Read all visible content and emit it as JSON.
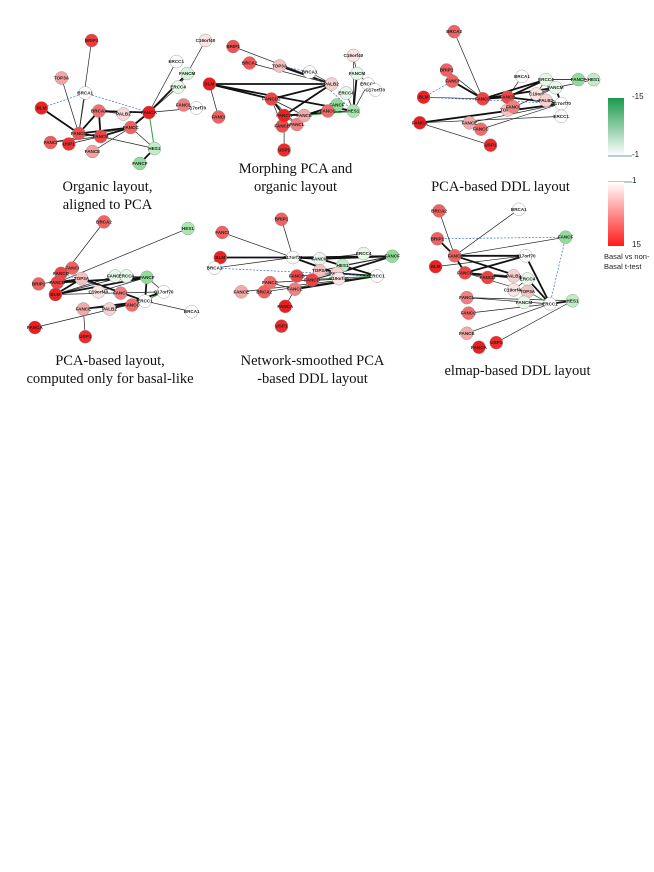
{
  "panels": [
    {
      "caption_lines": [
        "Organic layout,",
        "aligned to PCA"
      ],
      "nodes": [
        {
          "label": "BRIP1",
          "color": "#f23a3a"
        },
        {
          "label": "TOP3A",
          "color": "#f4a3a3"
        },
        {
          "label": "BLM",
          "color": "#ee2020"
        },
        {
          "label": "BRCA1",
          "color": "#ffffff"
        },
        {
          "label": "FANCD",
          "color": "#f25050"
        },
        {
          "label": "BRCA2",
          "color": "#f07070"
        },
        {
          "label": "PALB2",
          "color": "#f8d8d8"
        },
        {
          "label": "FANCB",
          "color": "#f04545"
        },
        {
          "label": "USP1",
          "color": "#ee3030"
        },
        {
          "label": "FANCI",
          "color": "#f05a5a"
        },
        {
          "label": "FANCC",
          "color": "#f26060"
        },
        {
          "label": "FANCE",
          "color": "#f4a0a0"
        },
        {
          "label": "HES1",
          "color": "#bfeec3"
        },
        {
          "label": "FANCF",
          "color": "#8fde98"
        },
        {
          "label": "FANCA",
          "color": "#ee1c1c"
        },
        {
          "label": "ERCC4",
          "color": "#e6f8e8"
        },
        {
          "label": "FANCM",
          "color": "#d8f3da"
        },
        {
          "label": "ERCC1",
          "color": "#ffffff"
        },
        {
          "label": "C17orf70",
          "color": "#ffffff"
        },
        {
          "label": "C19orf40",
          "color": "#fbe3e3"
        },
        {
          "label": "FANCL",
          "color": "#f28080"
        }
      ]
    },
    {
      "caption_lines": [
        "Morphing PCA and",
        "organic layout"
      ],
      "nodes": [
        {
          "label": "BRIP1",
          "color": "#f05050"
        },
        {
          "label": "BRCA2",
          "color": "#f25858"
        },
        {
          "label": "TOP3A",
          "color": "#f7c0c0"
        },
        {
          "label": "BRCA1",
          "color": "#ffffff"
        },
        {
          "label": "PALB2",
          "color": "#f7d0d0"
        },
        {
          "label": "BLM",
          "color": "#ee1c1c"
        },
        {
          "label": "FANCI",
          "color": "#f26060"
        },
        {
          "label": "FANCD2",
          "color": "#f04545"
        },
        {
          "label": "FANCB",
          "color": "#f24a4a"
        },
        {
          "label": "FANCL",
          "color": "#f08080"
        },
        {
          "label": "FANCA",
          "color": "#ee2020"
        },
        {
          "label": "USP1",
          "color": "#ee2a2a"
        },
        {
          "label": "FANCE",
          "color": "#f4a8a8"
        },
        {
          "label": "FANCF",
          "color": "#8fde98"
        },
        {
          "label": "HES1",
          "color": "#a8e8ae"
        },
        {
          "label": "C19orf40",
          "color": "#fbe3e3"
        },
        {
          "label": "FANCM",
          "color": "#e6f8e8"
        },
        {
          "label": "ERCC4",
          "color": "#e6f8e8"
        },
        {
          "label": "ERCC1",
          "color": "#ffffff"
        },
        {
          "label": "C17orf70",
          "color": "#ffffff"
        },
        {
          "label": "FANCC",
          "color": "#f06a6a"
        }
      ]
    },
    {
      "caption_lines": [
        "PCA-based DDL layout"
      ],
      "nodes": [
        {
          "label": "BRCA2",
          "color": "#f26060"
        },
        {
          "label": "BRIP1",
          "color": "#f26060"
        },
        {
          "label": "FANCI",
          "color": "#f26060"
        },
        {
          "label": "BLM",
          "color": "#ee2020"
        },
        {
          "label": "FANCD",
          "color": "#f04040"
        },
        {
          "label": "FANCB",
          "color": "#f04545"
        },
        {
          "label": "BRCA1",
          "color": "#ffffff"
        },
        {
          "label": "ERCC4",
          "color": "#e6f8e8"
        },
        {
          "label": "FANCF",
          "color": "#8fde98"
        },
        {
          "label": "HES1",
          "color": "#bfeec3"
        },
        {
          "label": "FANCM",
          "color": "#e6f8e8"
        },
        {
          "label": "TOP3A",
          "color": "#f7c0c0"
        },
        {
          "label": "C19orf",
          "color": "#fbe3e3"
        },
        {
          "label": "PALB2",
          "color": "#f7d0d0"
        },
        {
          "label": "C17orf70",
          "color": "#ffffff"
        },
        {
          "label": "ERCC1",
          "color": "#ffffff"
        },
        {
          "label": "FANCA",
          "color": "#ee1c1c"
        },
        {
          "label": "FANCE",
          "color": "#f4a8a8"
        },
        {
          "label": "FANCC",
          "color": "#f26a6a"
        },
        {
          "label": "USP1",
          "color": "#ee2a2a"
        },
        {
          "label": "FANCL",
          "color": "#f08080"
        }
      ]
    },
    {
      "caption_lines": [
        "PCA-based layout,",
        "computed only for basal-like"
      ],
      "nodes": [
        {
          "label": "BRCA2",
          "color": "#f26060"
        },
        {
          "label": "HES1",
          "color": "#a8e8ae"
        },
        {
          "label": "FANCI",
          "color": "#f26060"
        },
        {
          "label": "FANCD",
          "color": "#f04040"
        },
        {
          "label": "FANCB",
          "color": "#f04545"
        },
        {
          "label": "TOP3A",
          "color": "#f7c0c0"
        },
        {
          "label": "BRIP1",
          "color": "#f26060"
        },
        {
          "label": "BLM",
          "color": "#ee2020"
        },
        {
          "label": "FANCM",
          "color": "#e6f8e8"
        },
        {
          "label": "ERCC4",
          "color": "#e6f8e8"
        },
        {
          "label": "FANCF",
          "color": "#8fde98"
        },
        {
          "label": "C19orf40",
          "color": "#fbe3e3"
        },
        {
          "label": "C17orf70",
          "color": "#ffffff"
        },
        {
          "label": "PALB2",
          "color": "#f7d0d0"
        },
        {
          "label": "ERCC1",
          "color": "#ffffff"
        },
        {
          "label": "FANCC",
          "color": "#f26a6a"
        },
        {
          "label": "FANCE",
          "color": "#f4a8a8"
        },
        {
          "label": "BRCA1",
          "color": "#ffffff"
        },
        {
          "label": "FANCA",
          "color": "#ee1c1c"
        },
        {
          "label": "USP1",
          "color": "#ee2a2a"
        },
        {
          "label": "FANCL",
          "color": "#f08080"
        }
      ]
    },
    {
      "caption_lines": [
        "Network-smoothed PCA",
        "-based DDL layout"
      ],
      "nodes": [
        {
          "label": "FANCI",
          "color": "#f26060"
        },
        {
          "label": "BRIP1",
          "color": "#f26060"
        },
        {
          "label": "BLM",
          "color": "#ee2020"
        },
        {
          "label": "BRCA1",
          "color": "#ffffff"
        },
        {
          "label": "C17orf70",
          "color": "#ffffff"
        },
        {
          "label": "FANCM",
          "color": "#e6f8e8"
        },
        {
          "label": "ERCC4",
          "color": "#e6f8e8"
        },
        {
          "label": "FANCF",
          "color": "#8fde98"
        },
        {
          "label": "HES1",
          "color": "#bfeec3"
        },
        {
          "label": "TOP3A",
          "color": "#f7c0c0"
        },
        {
          "label": "PALB2",
          "color": "#f7d0d0"
        },
        {
          "label": "FANCB",
          "color": "#f04545"
        },
        {
          "label": "FANCD",
          "color": "#f04040"
        },
        {
          "label": "C19orf40",
          "color": "#fbe3e3"
        },
        {
          "label": "ERCC1",
          "color": "#ffffff"
        },
        {
          "label": "FANCC",
          "color": "#f26a6a"
        },
        {
          "label": "FANCL",
          "color": "#f08080"
        },
        {
          "label": "BRCA2",
          "color": "#f26060"
        },
        {
          "label": "FANCE",
          "color": "#f4a8a8"
        },
        {
          "label": "FANCA",
          "color": "#ee1c1c"
        },
        {
          "label": "USP1",
          "color": "#ee2a2a"
        }
      ]
    },
    {
      "caption_lines": [
        "elmap-based DDL layout"
      ],
      "nodes": [
        {
          "label": "BRCA2",
          "color": "#f26060"
        },
        {
          "label": "BRCA1",
          "color": "#ffffff"
        },
        {
          "label": "BRIP1",
          "color": "#f26060"
        },
        {
          "label": "FANCF",
          "color": "#8fde98"
        },
        {
          "label": "FANCI",
          "color": "#f26060"
        },
        {
          "label": "C17orf70",
          "color": "#ffffff"
        },
        {
          "label": "BLM",
          "color": "#ee2020"
        },
        {
          "label": "FANCB",
          "color": "#f04545"
        },
        {
          "label": "FANCD",
          "color": "#f04040"
        },
        {
          "label": "PALB2",
          "color": "#f7d0d0"
        },
        {
          "label": "ERCC4",
          "color": "#e6f8e8"
        },
        {
          "label": "C19orf40",
          "color": "#fbe3e3"
        },
        {
          "label": "TOP3A",
          "color": "#f7c0c0"
        },
        {
          "label": "FANCM",
          "color": "#e6f8e8"
        },
        {
          "label": "ERCC1",
          "color": "#ffffff"
        },
        {
          "label": "FANCL",
          "color": "#f08080"
        },
        {
          "label": "HES1",
          "color": "#bfeec3"
        },
        {
          "label": "FANCC",
          "color": "#f26a6a"
        },
        {
          "label": "FANCE",
          "color": "#f4a8a8"
        },
        {
          "label": "USP1",
          "color": "#ee2a2a"
        },
        {
          "label": "FANCA",
          "color": "#ee1c1c"
        }
      ]
    }
  ],
  "legend": {
    "top_label": "-15",
    "upper_mid_label": "-1",
    "lower_mid_label": "1",
    "bottom_label": "15",
    "title": "Basal vs non-Basal t-test",
    "green": "#1a9a4a",
    "red": "#ff1a1a"
  }
}
